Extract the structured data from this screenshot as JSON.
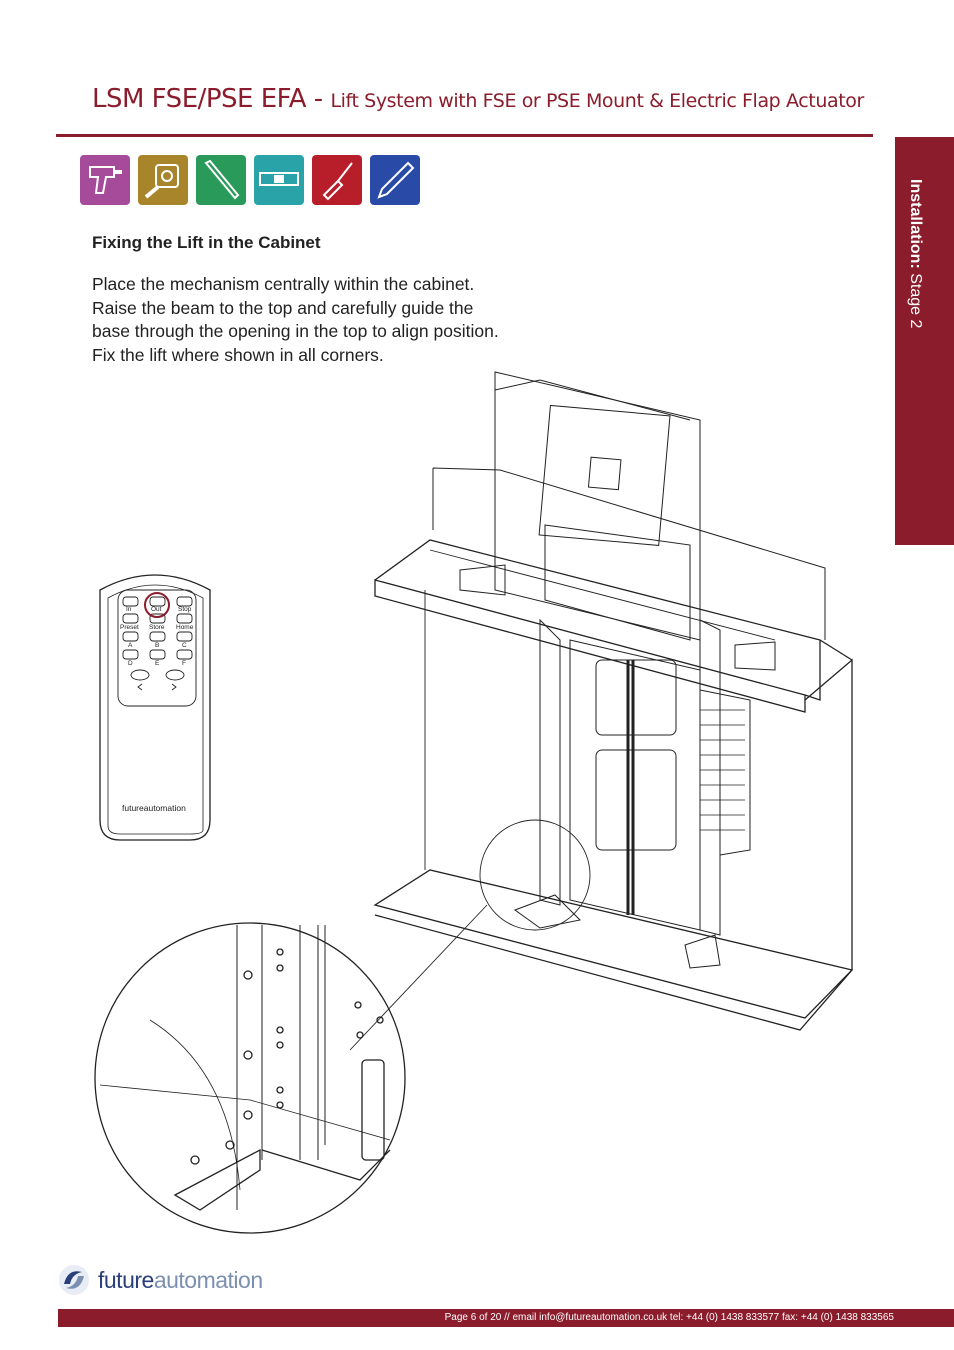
{
  "header": {
    "title_main": "LSM FSE/PSE EFA - ",
    "title_sub": "Lift System with FSE or PSE Mount & Electric Flap Actuator"
  },
  "side_tab": {
    "label_bold": "Installation:",
    "label_rest": " Stage 2"
  },
  "tools": [
    {
      "icon": "drill-icon",
      "color": "#a64a9a"
    },
    {
      "icon": "tape-measure-icon",
      "color": "#a8842a"
    },
    {
      "icon": "allen-key-icon",
      "color": "#2a9a5a"
    },
    {
      "icon": "spirit-level-icon",
      "color": "#2aa3a8"
    },
    {
      "icon": "screwdriver-icon",
      "color": "#b81e2a"
    },
    {
      "icon": "pencil-icon",
      "color": "#2a4aa8"
    }
  ],
  "section": {
    "heading": "Fixing the Lift in the Cabinet",
    "lines": [
      "Place the mechanism centrally within the cabinet.",
      "Raise the beam to the top and carefully guide the",
      "base through the opening in the top to align position.",
      "Fix the lift where shown in all corners."
    ]
  },
  "remote": {
    "row1": [
      "In",
      "Out",
      "Stop"
    ],
    "row2": [
      "Preset",
      "Store",
      "Home"
    ],
    "row3": [
      "A",
      "B",
      "C"
    ],
    "row4": [
      "D",
      "E",
      "F"
    ],
    "brand": "futureautomation"
  },
  "footer": {
    "logo_bold": "future",
    "logo_light": "automation",
    "bar_text": "Page 6 of 20 // email info@futureautomation.co.uk  tel: +44 (0) 1438 833577  fax: +44 (0) 1438 833565"
  },
  "colors": {
    "brand": "#8a1c2b",
    "logo_blue": "#2a3f7a"
  }
}
